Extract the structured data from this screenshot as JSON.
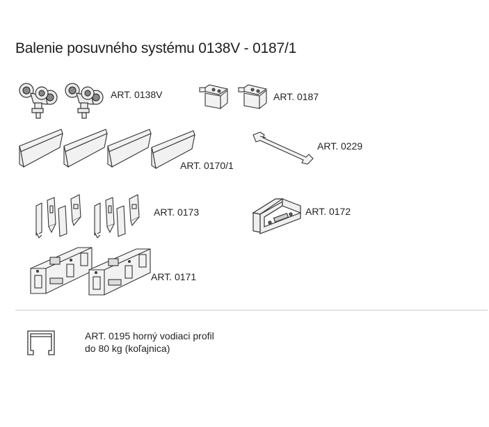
{
  "page": {
    "title": "Balenie posuvného systému 0138V - 0187/1"
  },
  "parts": [
    {
      "id": "0138V",
      "label": "ART. 0138V",
      "icon": "roller-trolley-icon"
    },
    {
      "id": "0187",
      "label": "ART. 0187",
      "icon": "stop-block-icon"
    },
    {
      "id": "0170_1",
      "label": "ART. 0170/1",
      "icon": "bottom-guide-rail-icon"
    },
    {
      "id": "0229",
      "label": "ART. 0229",
      "icon": "spanner-icon"
    },
    {
      "id": "0173",
      "label": "ART. 0173",
      "icon": "bracket-set-icon"
    },
    {
      "id": "0172",
      "label": "ART. 0172",
      "icon": "floor-guide-icon"
    },
    {
      "id": "0171",
      "label": "ART. 0171",
      "icon": "mounting-plate-icon"
    }
  ],
  "footer": {
    "line1": "ART. 0195 horný vodiaci profil",
    "line2": "do 80 kg (koľajnica)",
    "icon": "track-profile-icon"
  },
  "colors": {
    "stroke": "#333333",
    "fill_light": "#e8e8e8",
    "divider": "#e3e3e3"
  }
}
